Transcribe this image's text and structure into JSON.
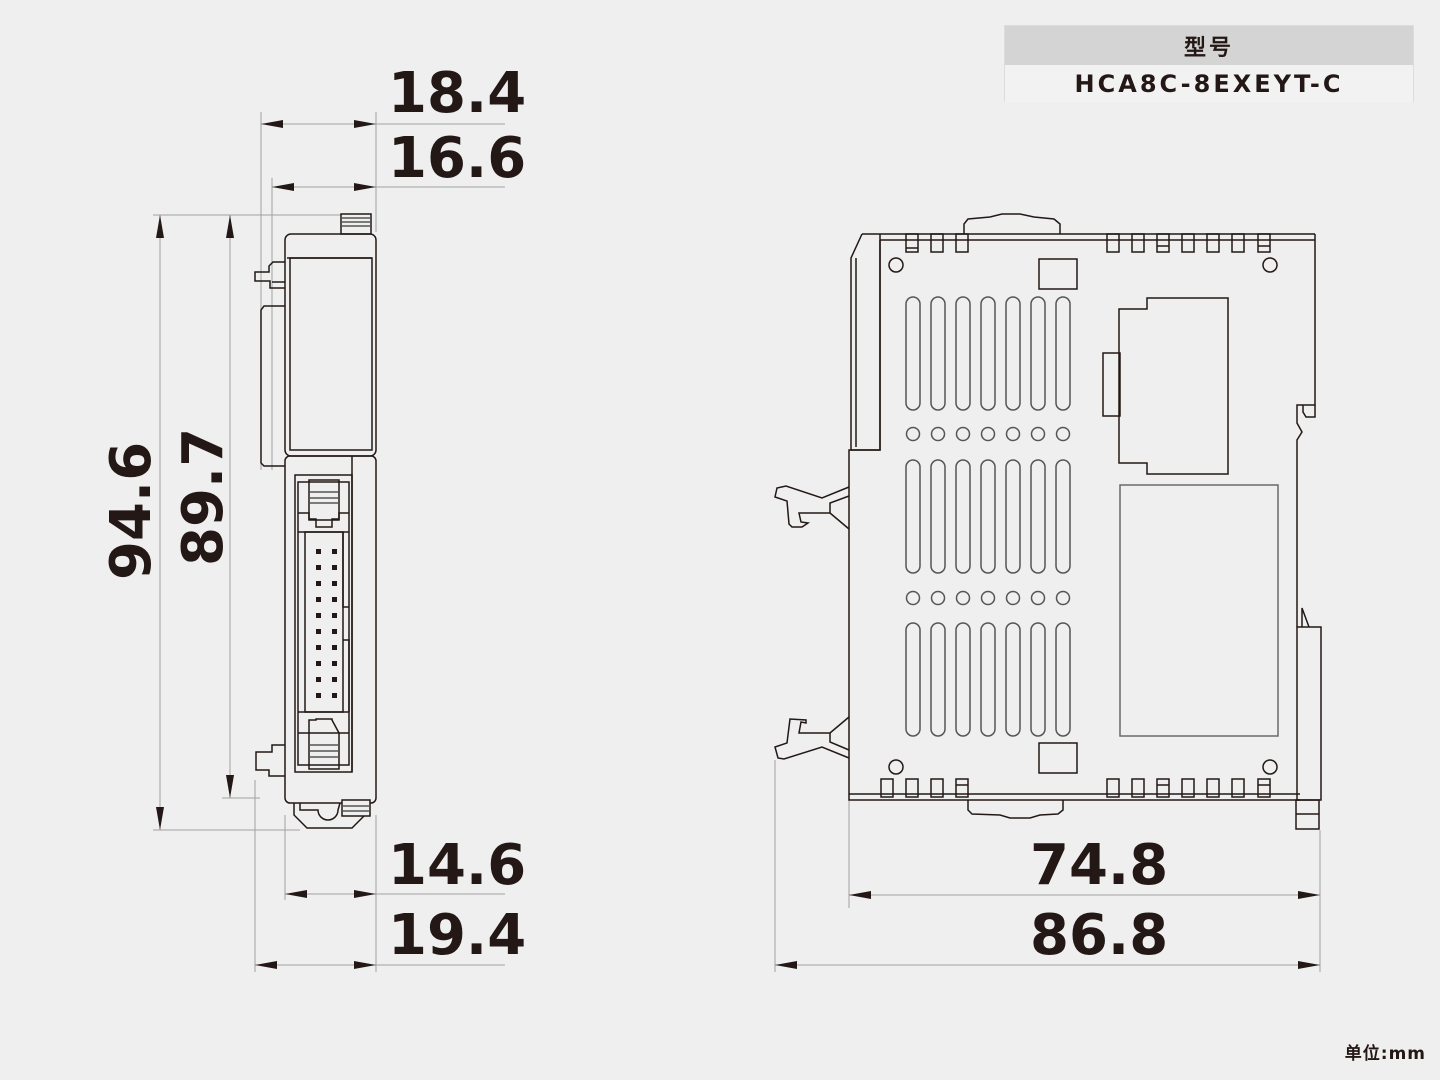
{
  "model_table": {
    "header": "型号",
    "value": "HCA8C-8EXEYT-C"
  },
  "unit_label": "单位:mm",
  "side_view": {
    "dimensions": {
      "top_width_outer": "18.4",
      "top_width_inner": "16.6",
      "height_overall": "94.6",
      "height_body": "89.7",
      "bottom_width_inner": "14.6",
      "bottom_width_outer": "19.4"
    },
    "connector_pins": 20
  },
  "front_view": {
    "dimensions": {
      "depth_body": "74.8",
      "depth_overall": "86.8"
    },
    "vent_slot_columns": 7,
    "vent_slot_rows": 3
  },
  "colors": {
    "background": "#efefef",
    "line": "#231815",
    "dim_line": "#a0a0a0",
    "header_bg": "#d4d4d5"
  }
}
